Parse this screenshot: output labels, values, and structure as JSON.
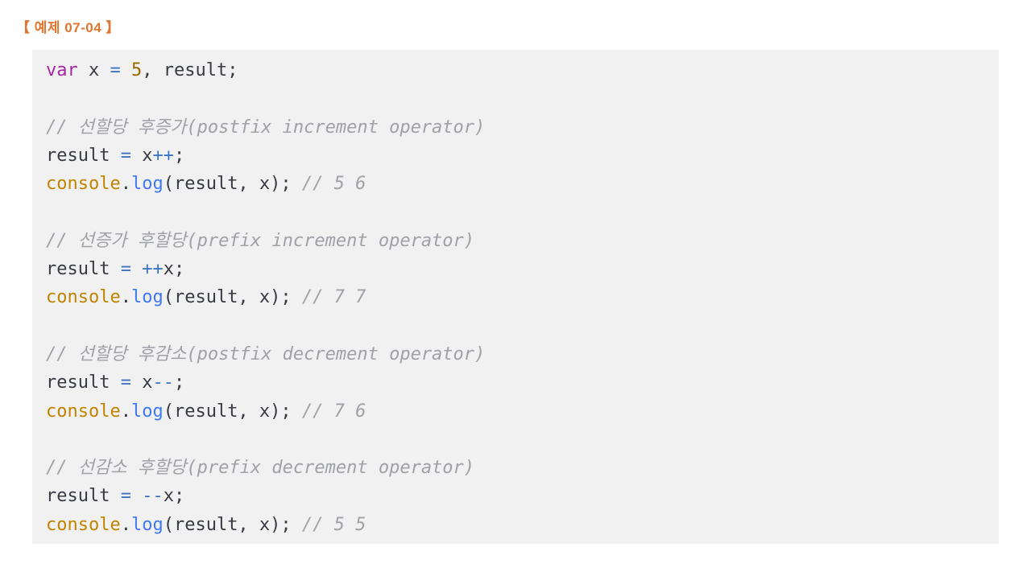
{
  "header": {
    "label": "【 예제 07-04 】",
    "color": "#e0752f"
  },
  "code": {
    "background": "#f1f1f1",
    "colors": {
      "plain": "#383a42",
      "keyword": "#a626a4",
      "number": "#986801",
      "operator": "#3e74c4",
      "builtin": "#c18401",
      "function": "#4078f2",
      "comment": "#a0a1a7"
    },
    "lines": [
      [
        [
          "keyword",
          "var"
        ],
        [
          "plain",
          " x "
        ],
        [
          "operator",
          "="
        ],
        [
          "plain",
          " "
        ],
        [
          "number",
          "5"
        ],
        [
          "plain",
          ", result;"
        ]
      ],
      [],
      [
        [
          "comment",
          "// 선할당 후증가(postfix increment operator)"
        ]
      ],
      [
        [
          "plain",
          "result "
        ],
        [
          "operator",
          "="
        ],
        [
          "plain",
          " x"
        ],
        [
          "operator",
          "++"
        ],
        [
          "plain",
          ";"
        ]
      ],
      [
        [
          "builtin",
          "console"
        ],
        [
          "plain",
          "."
        ],
        [
          "function",
          "log"
        ],
        [
          "plain",
          "(result, x); "
        ],
        [
          "comment",
          "// 5 6"
        ]
      ],
      [],
      [
        [
          "comment",
          "// 선증가 후할당(prefix increment operator)"
        ]
      ],
      [
        [
          "plain",
          "result "
        ],
        [
          "operator",
          "="
        ],
        [
          "plain",
          " "
        ],
        [
          "operator",
          "++"
        ],
        [
          "plain",
          "x;"
        ]
      ],
      [
        [
          "builtin",
          "console"
        ],
        [
          "plain",
          "."
        ],
        [
          "function",
          "log"
        ],
        [
          "plain",
          "(result, x); "
        ],
        [
          "comment",
          "// 7 7"
        ]
      ],
      [],
      [
        [
          "comment",
          "// 선할당 후감소(postfix decrement operator)"
        ]
      ],
      [
        [
          "plain",
          "result "
        ],
        [
          "operator",
          "="
        ],
        [
          "plain",
          " x"
        ],
        [
          "operator",
          "--"
        ],
        [
          "plain",
          ";"
        ]
      ],
      [
        [
          "builtin",
          "console"
        ],
        [
          "plain",
          "."
        ],
        [
          "function",
          "log"
        ],
        [
          "plain",
          "(result, x); "
        ],
        [
          "comment",
          "// 7 6"
        ]
      ],
      [],
      [
        [
          "comment",
          "// 선감소 후할당(prefix decrement operator)"
        ]
      ],
      [
        [
          "plain",
          "result "
        ],
        [
          "operator",
          "="
        ],
        [
          "plain",
          " "
        ],
        [
          "operator",
          "--"
        ],
        [
          "plain",
          "x;"
        ]
      ],
      [
        [
          "builtin",
          "console"
        ],
        [
          "plain",
          "."
        ],
        [
          "function",
          "log"
        ],
        [
          "plain",
          "(result, x); "
        ],
        [
          "comment",
          "// 5 5"
        ]
      ]
    ]
  }
}
